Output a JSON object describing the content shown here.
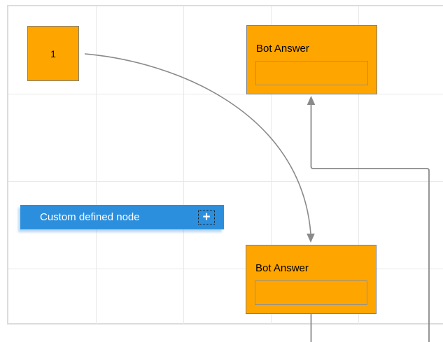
{
  "diagram": {
    "nodes": {
      "node1": {
        "label": "1",
        "fill": "#ffa500",
        "border": "#7f7f7f"
      },
      "botAnswerTop": {
        "title": "Bot Answer",
        "fill": "#ffa500",
        "border": "#7f7f7f"
      },
      "botAnswerBottom": {
        "title": "Bot Answer",
        "fill": "#ffa500",
        "border": "#7f7f7f"
      },
      "customDefined": {
        "label": "Custom defined node",
        "fill": "#2b8fde"
      }
    },
    "icons": {
      "plus": "+"
    },
    "links": {
      "curved": {
        "from": "node1",
        "to": "botAnswerBottom",
        "style": "bezier",
        "color": "#8a8a8a"
      },
      "orthogonal": {
        "from": "botAnswerBottom",
        "to": "botAnswerTop",
        "style": "elbow",
        "color": "#8a8a8a"
      }
    },
    "colors": {
      "node_orange": "#ffa500",
      "node_border_gray": "#7f7f7f",
      "custom_blue": "#2b8fde",
      "connector_gray": "#8a8a8a",
      "grid_line": "#e9e9e9",
      "canvas_border": "#dcdcdc",
      "label_dark": "#000000",
      "label_light": "#ffffff"
    }
  }
}
